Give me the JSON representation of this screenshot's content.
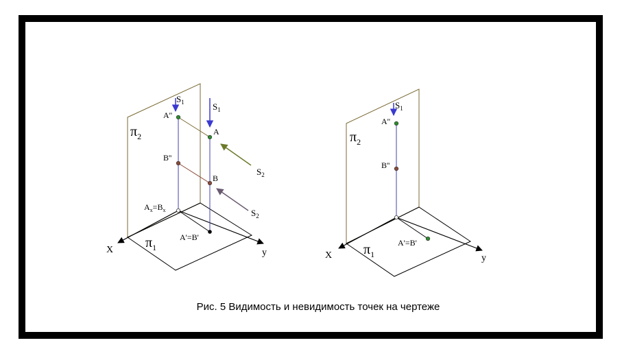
{
  "caption": "Рис. 5 Видимость и невидимость точек на чертеже",
  "colors": {
    "plane_edge": "#7a6a33",
    "projection_line": "#4040b0",
    "s1_arrow": "#3a3ad0",
    "s2_arrow_upper": "#6b7a2a",
    "s2_arrow_lower": "#6a5a70",
    "point_green": "#2e8b2e",
    "point_brown": "#8b4a3a",
    "frame": "#000000"
  },
  "left_view": {
    "plane_v_label": "π",
    "plane_v_sub": "2",
    "plane_h_label": "π",
    "plane_h_sub": "1",
    "axis_x": "X",
    "axis_y": "y",
    "s1_a_label": "S",
    "s1_a_sub": "1",
    "s1_b_label": "S",
    "s1_b_sub": "1",
    "s2_a_label": "S",
    "s2_a_sub": "2",
    "s2_b_label": "S",
    "s2_b_sub": "2",
    "point_a2": "A''",
    "point_b2": "B''",
    "point_a": "A",
    "point_b": "B",
    "point_ax_a": "A",
    "point_ax_a_sub": "x",
    "point_ax_eq": "=B",
    "point_ax_b_sub": "x",
    "point_a1b1": "A'=B'"
  },
  "right_view": {
    "plane_v_label": "π",
    "plane_v_sub": "2",
    "plane_h_label": "π",
    "plane_h_sub": "1",
    "axis_x": "X",
    "axis_y": "y",
    "s1_label": "S",
    "s1_sub": "1",
    "point_a2": "A''",
    "point_b2": "B''",
    "point_a1b1": "A'=B'"
  }
}
